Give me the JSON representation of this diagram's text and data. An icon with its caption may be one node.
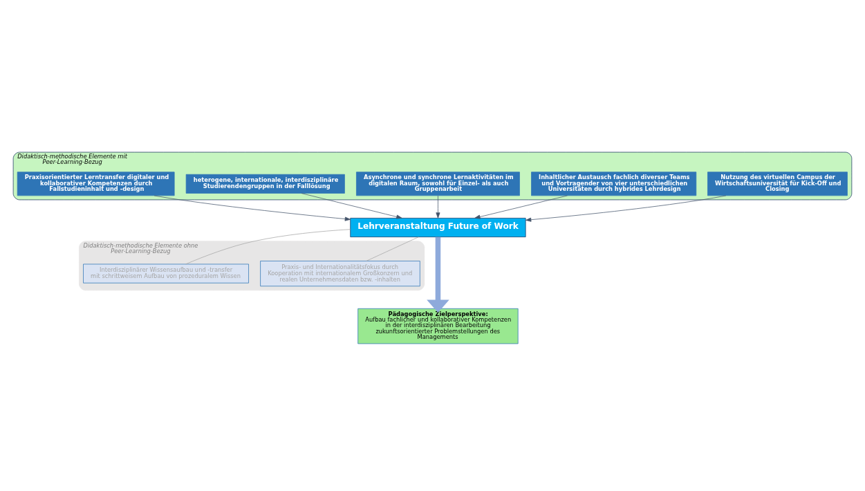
{
  "diagram": {
    "nodes": [
      {
        "text": [
          "Didaktisch-methodische Elemente mit Peer-Learning-Bezug"
        ]
      },
      {
        "text": [
          "Praxisorientierter Lerntransfer digitaler und kollaborativer Kompetenzen durch Fallstudieninhalt und -design"
        ],
        "in": 0
      },
      {
        "text": [
          "heterogene, internationale, interdisziplinäre Studierendengruppen in der Falllösung"
        ],
        "in": 0
      },
      {
        "text": [
          "Asynchrone und synchrone Lernaktivitäten im digitalen Raum, sowohl für Einzel- als auch Gruppenarbeit"
        ],
        "in": 0
      },
      {
        "text": [
          "Inhaltlicher Austausch fachlich diverser Teams und Vortragender von vier unterschiedlichen Universitäten durch hybrides Lehrdesign"
        ],
        "in": 0
      },
      {
        "text": [
          "Nutzung des virtuellen Campus der Wirtschaftsuniversität für Kick-Off und Closing"
        ],
        "in": 0
      },
      {
        "text": [
          "Lehrveranstaltung Future of Work"
        ]
      },
      {
        "text": [
          "Didaktisch-methodische Elemente ohne Peer-Learning-Bezug"
        ]
      },
      {
        "text": [
          "Interdisziplinärer Wissensaufbau und -transfer mit schrittweisem Aufbau von prozeduralem Wissen"
        ],
        "in": 7
      },
      {
        "text": [
          "Praxis- und Internationalitätsfokus durch Kooperation mit internationalem Großkonzern und realen Unternehmensdaten bzw. -inhalten"
        ],
        "in": 7
      },
      {
        "text": [
          "Pädagogische Zielperspektive:",
          "Aufbau fachlicher und kollaborativer Kompetenzen in der interdisziplinären Bearbeitung zukunftsorientierter Problemstellungen des Managements"
        ]
      }
    ],
    "edges": [
      {
        "from": 1,
        "to": 6,
        "arrow": "to"
      },
      {
        "from": 2,
        "to": 6,
        "arrow": "to"
      },
      {
        "from": 3,
        "to": 6,
        "arrow": "to"
      },
      {
        "from": 4,
        "to": 6,
        "arrow": "to"
      },
      {
        "from": 5,
        "to": 6,
        "arrow": "to"
      },
      {
        "from": 6,
        "to": 8,
        "arrow": "none",
        "color": "#a6a6a6"
      },
      {
        "from": 6,
        "to": 9,
        "arrow": "none",
        "color": "#a6a6a6"
      },
      {
        "from": 6,
        "to": 10,
        "arrow": "to",
        "style": "thick",
        "color": "#8eaadb"
      }
    ]
  }
}
